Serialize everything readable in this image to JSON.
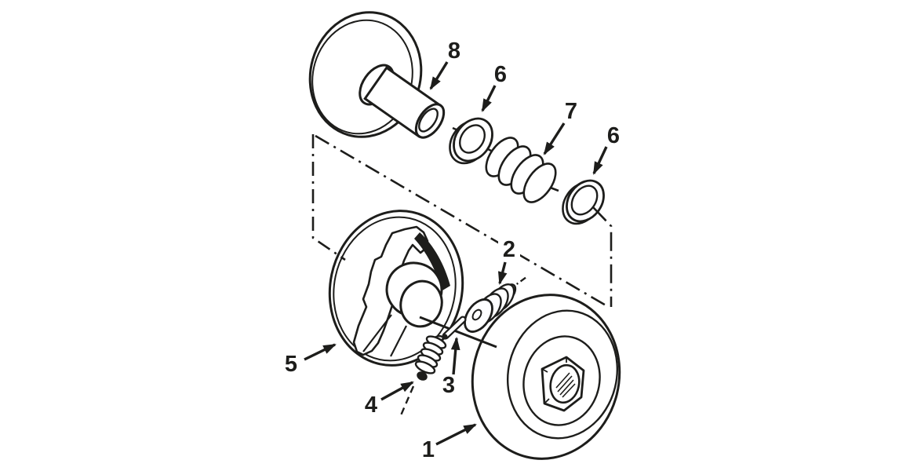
{
  "diagram": {
    "kind": "exploded-parts-diagram",
    "colors": {
      "ink": "#1d1d1b",
      "paper": "#ffffff"
    },
    "callouts": [
      {
        "label": "8"
      },
      {
        "label": "6"
      },
      {
        "label": "7"
      },
      {
        "label": "6"
      },
      {
        "label": "2"
      },
      {
        "label": "5"
      },
      {
        "label": "4"
      },
      {
        "label": "3"
      },
      {
        "label": "1"
      }
    ]
  }
}
